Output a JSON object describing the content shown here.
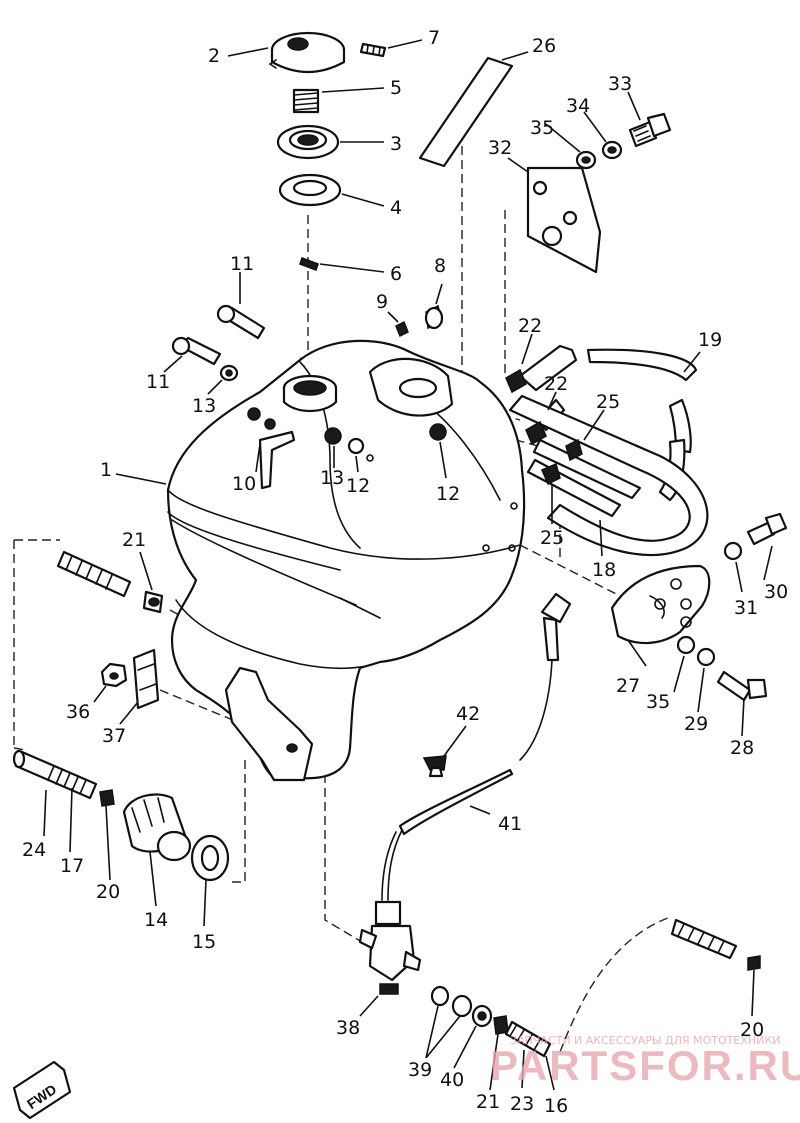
{
  "labels": [
    {
      "text": "1"
    },
    {
      "text": "2"
    },
    {
      "text": "3"
    },
    {
      "text": "4"
    },
    {
      "text": "5"
    },
    {
      "text": "6"
    },
    {
      "text": "7"
    },
    {
      "text": "8"
    },
    {
      "text": "9"
    },
    {
      "text": "10"
    },
    {
      "text": "11"
    },
    {
      "text": "11"
    },
    {
      "text": "12"
    },
    {
      "text": "12"
    },
    {
      "text": "13"
    },
    {
      "text": "13"
    },
    {
      "text": "14"
    },
    {
      "text": "15"
    },
    {
      "text": "16"
    },
    {
      "text": "17"
    },
    {
      "text": "18"
    },
    {
      "text": "19"
    },
    {
      "text": "20"
    },
    {
      "text": "20"
    },
    {
      "text": "21"
    },
    {
      "text": "21"
    },
    {
      "text": "22"
    },
    {
      "text": "22"
    },
    {
      "text": "23"
    },
    {
      "text": "24"
    },
    {
      "text": "25"
    },
    {
      "text": "25"
    },
    {
      "text": "26"
    },
    {
      "text": "27"
    },
    {
      "text": "28"
    },
    {
      "text": "29"
    },
    {
      "text": "30"
    },
    {
      "text": "31"
    },
    {
      "text": "32"
    },
    {
      "text": "33"
    },
    {
      "text": "34"
    },
    {
      "text": "35"
    },
    {
      "text": "35"
    },
    {
      "text": "36"
    },
    {
      "text": "37"
    },
    {
      "text": "38"
    },
    {
      "text": "39"
    },
    {
      "text": "40"
    },
    {
      "text": "41"
    },
    {
      "text": "42"
    }
  ],
  "forward_marker": "FWD",
  "watermark": {
    "main": "PARTSFOR.RU",
    "sub": "ЗАПЧАСТИ И АКСЕССУАРЫ ДЛЯ МОТОТЕХНИКИ"
  }
}
